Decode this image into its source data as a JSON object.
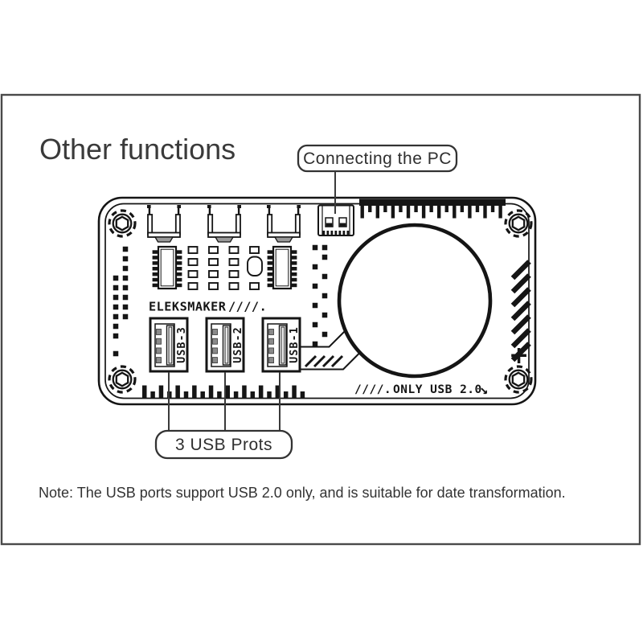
{
  "page": {
    "title": "Other functions",
    "note": "Note: The USB ports support USB 2.0 only, and is suitable for date transformation."
  },
  "callouts": {
    "pc": "Connecting the PC",
    "usb": "3 USB Prots"
  },
  "board": {
    "brand": "ELEKSMAKER",
    "brand_hatch": "////.",
    "usb_ports": [
      {
        "label": "USB-3"
      },
      {
        "label": "USB-2"
      },
      {
        "label": "USB-1"
      }
    ],
    "only_usb_hatch": "////.",
    "only_usb": "ONLY USB 2.0",
    "only_usb_arrow": "↘",
    "plus": "+"
  },
  "colors": {
    "board_ink": "#151515",
    "frame_border": "#4a4a4a",
    "note_text": "#333333",
    "title_text": "#3a3a3a",
    "background": "#ffffff"
  }
}
